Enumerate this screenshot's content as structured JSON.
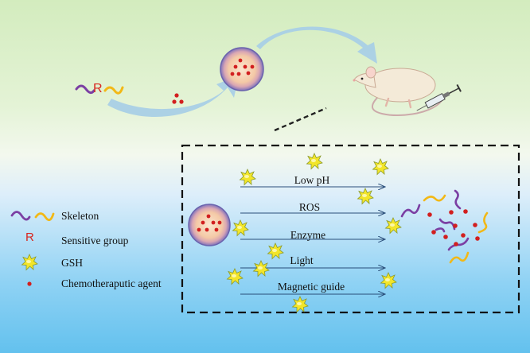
{
  "sensitive_group_symbol": "R",
  "legend": {
    "items": [
      {
        "id": "skeleton",
        "label": "Skeleton"
      },
      {
        "id": "sensitive",
        "symbol": "R",
        "label": "Sensitive group"
      },
      {
        "id": "gsh",
        "label": "GSH"
      },
      {
        "id": "drug",
        "label": "Chemotheraputic agent"
      }
    ]
  },
  "stimuli": [
    "Low pH",
    "ROS",
    "Enzyme",
    "Light",
    "Magnetic guide"
  ],
  "colors": {
    "skeleton_left": "#7b3fa3",
    "skeleton_right": "#f2b816",
    "sensitive_group": "#d8261f",
    "drug": "#d21f1f",
    "gsh": "#f2e52a",
    "nanoparticle_core": "#f3cba8",
    "nanoparticle_rim": "#7d71bb",
    "flow_arrow": "#a9cfe6",
    "stimulus_arrow": "#2a4e7a"
  },
  "icons": [
    "mouse-icon",
    "syringe-icon",
    "nanoparticle-icon",
    "gsh-icon",
    "drug-dot-icon",
    "polymer-chain-icon",
    "magnifier-line-icon"
  ]
}
